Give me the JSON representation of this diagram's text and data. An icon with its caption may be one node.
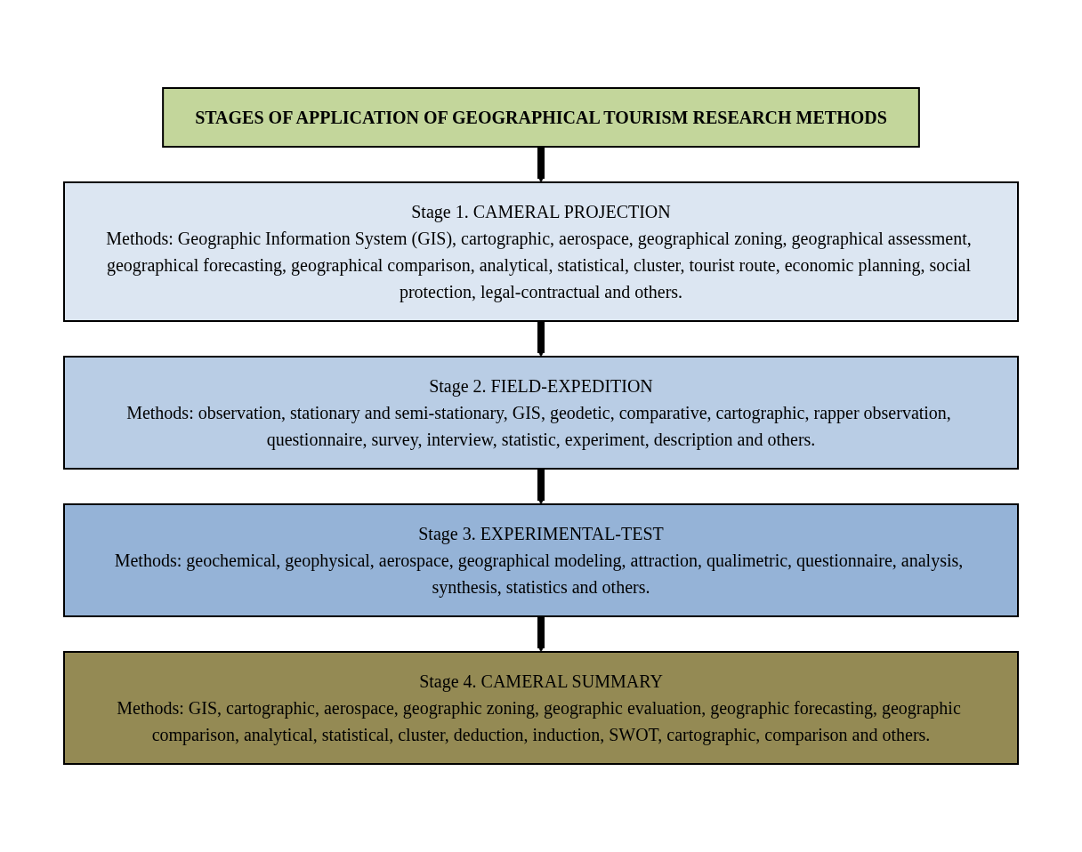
{
  "diagram": {
    "nodes": [
      {
        "text": [
          "STAGES OF APPLICATION OF GEOGRAPHICAL TOURISM RESEARCH METHODS"
        ]
      },
      {
        "text": [
          "Stage 1. CAMERAL PROJECTION",
          "Methods: Geographic Information System (GIS), cartographic, aerospace, geographical zoning, geographical assessment, geographical forecasting, geographical comparison, analytical, statistical, cluster, tourist route, economic planning, social protection, legal-contractual and others."
        ]
      },
      {
        "text": [
          "Stage 2. FIELD-EXPEDITION",
          "Methods: observation, stationary and semi-stationary, GIS, geodetic, comparative, cartographic, rapper observation, questionnaire, survey, interview, statistic, experiment, description and others."
        ]
      },
      {
        "text": [
          "Stage 3. EXPERIMENTAL-TEST",
          "Methods: geochemical, geophysical, aerospace, geographical modeling, attraction, qualimetric, questionnaire, analysis, synthesis, statistics and others."
        ]
      },
      {
        "text": [
          "Stage 4. CAMERAL SUMMARY",
          "Methods: GIS, cartographic, aerospace, geographic zoning, geographic evaluation, geographic forecasting, geographic comparison, analytical, statistical, cluster, deduction, induction, SWOT, cartographic, comparison and others."
        ]
      }
    ],
    "edges": [
      {
        "from": 0,
        "to": 1,
        "arrow": "to"
      },
      {
        "from": 1,
        "to": 2,
        "arrow": "to"
      },
      {
        "from": 2,
        "to": 3,
        "arrow": "to"
      },
      {
        "from": 3,
        "to": 4,
        "arrow": "to"
      }
    ]
  }
}
